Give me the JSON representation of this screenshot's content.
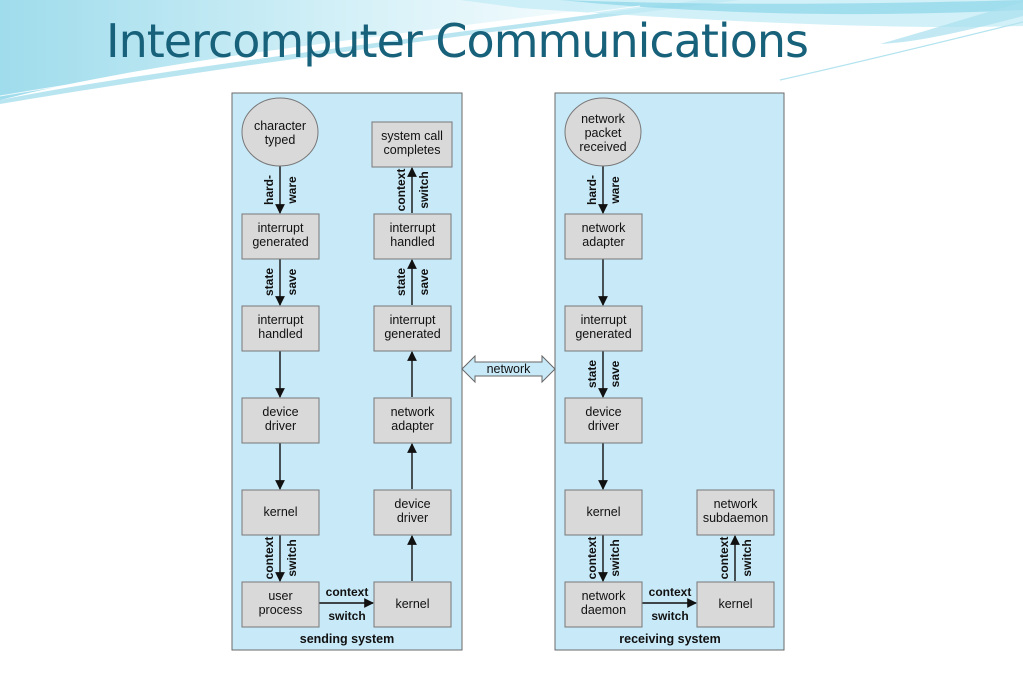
{
  "title": "Intercomputer Communications",
  "sending": {
    "label": "sending system",
    "character_typed": [
      "character",
      "typed"
    ],
    "left_interrupt_generated": [
      "interrupt",
      "generated"
    ],
    "left_interrupt_handled": [
      "interrupt",
      "handled"
    ],
    "left_device_driver": [
      "device",
      "driver"
    ],
    "left_kernel": [
      "kernel"
    ],
    "user_process": [
      "user",
      "process"
    ],
    "right_kernel": [
      "kernel"
    ],
    "right_device_driver": [
      "device",
      "driver"
    ],
    "right_network_adapter": [
      "network",
      "adapter"
    ],
    "right_interrupt_generated": [
      "interrupt",
      "generated"
    ],
    "right_interrupt_handled": [
      "interrupt",
      "handled"
    ],
    "system_call_completes": [
      "system call",
      "completes"
    ],
    "edge_hardware": [
      "hard-",
      "ware"
    ],
    "edge_state_save_left": [
      "state",
      "save"
    ],
    "edge_context_switch_down": [
      "context",
      "switch"
    ],
    "edge_context_switch_across": [
      "context",
      "switch"
    ],
    "edge_state_save_right": [
      "state",
      "save"
    ],
    "edge_context_switch_up": [
      "context",
      "switch"
    ]
  },
  "network_link": "network",
  "receiving": {
    "label": "receiving system",
    "packet_received": [
      "network",
      "packet",
      "received"
    ],
    "network_adapter": [
      "network",
      "adapter"
    ],
    "interrupt_generated": [
      "interrupt",
      "generated"
    ],
    "device_driver": [
      "device",
      "driver"
    ],
    "kernel_left": [
      "kernel"
    ],
    "network_daemon": [
      "network",
      "daemon"
    ],
    "kernel_right": [
      "kernel"
    ],
    "network_subdaemon": [
      "network",
      "subdaemon"
    ],
    "edge_hardware": [
      "hard-",
      "ware"
    ],
    "edge_state_save": [
      "state",
      "save"
    ],
    "edge_context_switch_down": [
      "context",
      "switch"
    ],
    "edge_context_switch_across": [
      "context",
      "switch"
    ],
    "edge_context_switch_up": [
      "context",
      "switch"
    ]
  },
  "colors": {
    "title": "#17617b",
    "panel_fill": "#c8e9f8",
    "node_fill": "#d9d9d9",
    "wave_light": "#c5ecf6",
    "wave_dark": "#7fd0e6"
  }
}
